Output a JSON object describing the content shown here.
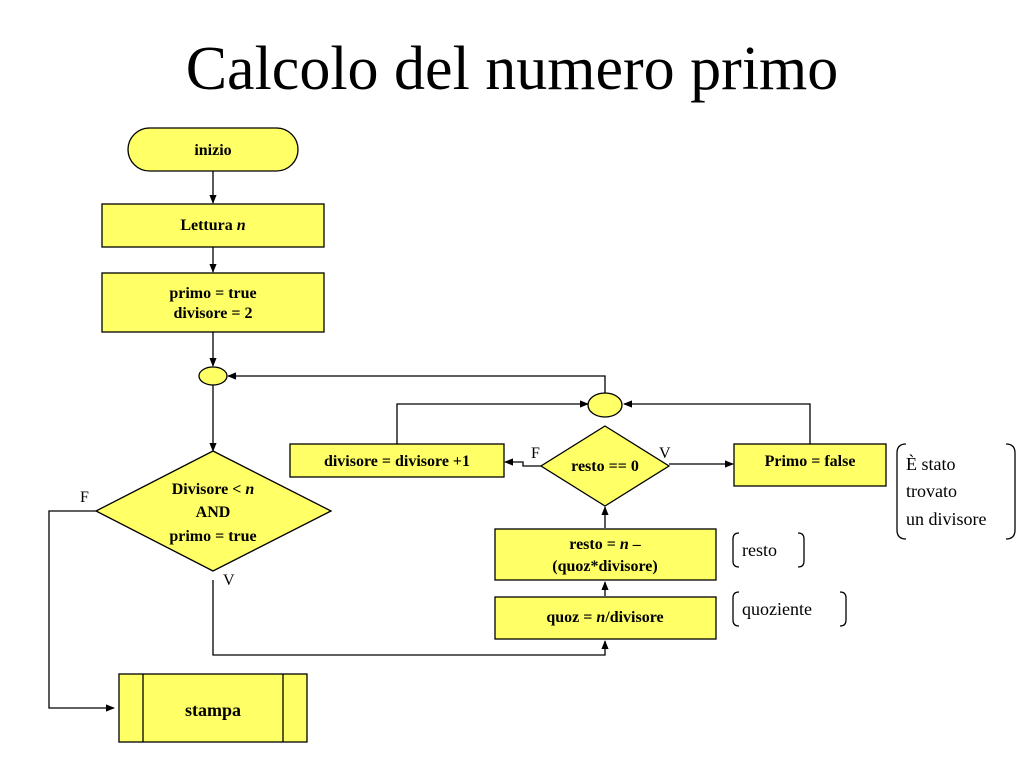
{
  "title": "Calcolo del numero primo",
  "colors": {
    "node_fill": "#ffff66",
    "line": "#000000"
  },
  "nodes": {
    "start": "inizio",
    "read_prefix": "Lettura ",
    "read_var": "n",
    "init_line1": "primo = true",
    "init_line2": "divisore = 2",
    "cond_line1_prefix": "Divisore < ",
    "cond_line1_var": "n",
    "cond_line2": "AND",
    "cond_line3": "primo = true",
    "incr": "divisore = divisore +1",
    "check": "resto == 0",
    "set_false": "Primo = false",
    "rest_line1_prefix": "resto = ",
    "rest_line1_var": "n",
    "rest_line1_suffix": " –",
    "rest_line2": "(quoz*divisore)",
    "quot_prefix": "quoz = ",
    "quot_var": "n",
    "quot_suffix": "/divisore",
    "output": "stampa"
  },
  "branch_labels": {
    "cond_false": "F",
    "cond_true": "V",
    "check_false": "F",
    "check_true": "V"
  },
  "notes": {
    "found_line1": "È stato",
    "found_line2": "trovato",
    "found_line3": "un divisore",
    "resto": "resto",
    "quoziente": "quoziente"
  }
}
